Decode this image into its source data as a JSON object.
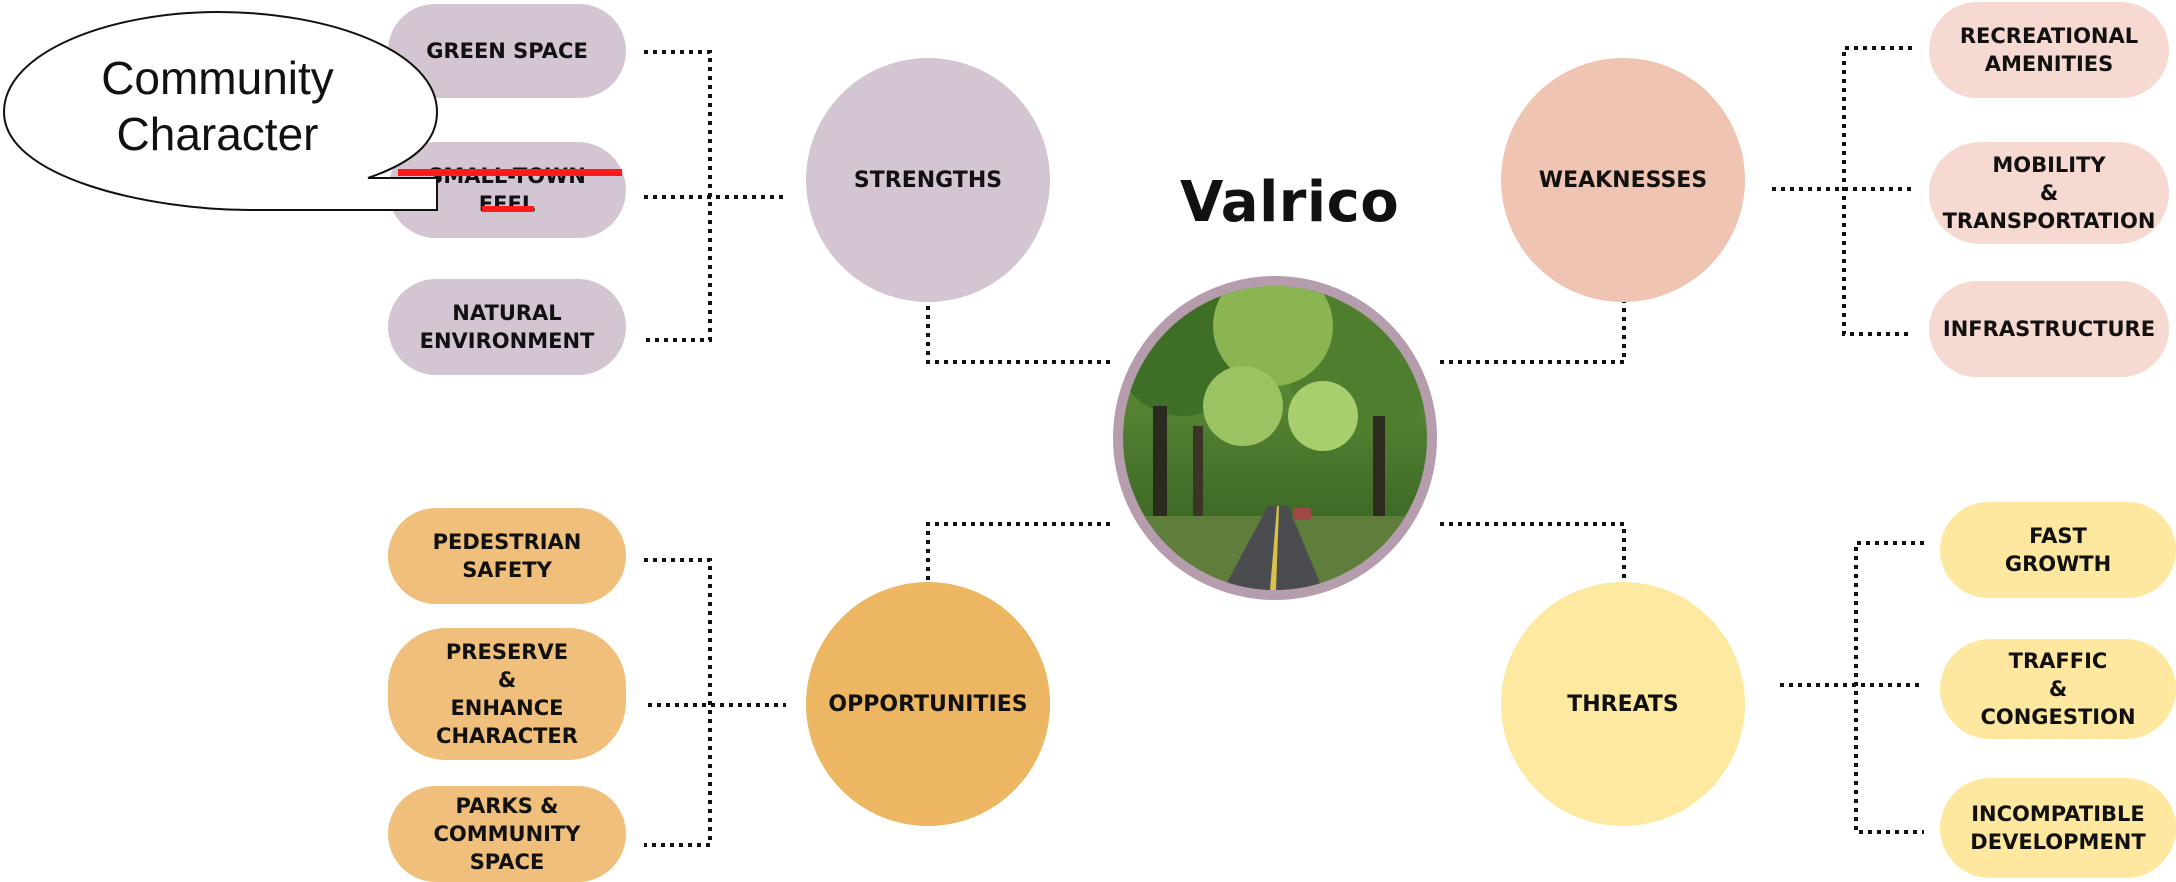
{
  "title": "Valrico",
  "categories": {
    "strengths": "STRENGTHS",
    "weaknesses": "WEAKNESSES",
    "opportunities": "OPPORTUNITIES",
    "threats": "THREATS"
  },
  "strengths_items": [
    "GREEN SPACE",
    "SMALL-TOWN\nFEEL",
    "NATURAL\nENVIRONMENT"
  ],
  "weaknesses_items": [
    "RECREATIONAL\nAMENITIES",
    "MOBILITY\n&\nTRANSPORTATION",
    "INFRASTRUCTURE"
  ],
  "opportunities_items": [
    "PEDESTRIAN\nSAFETY",
    "PRESERVE\n&\nENHANCE\nCHARACTER",
    "PARKS &\nCOMMUNITY\nSPACE"
  ],
  "threats_items": [
    "FAST\nGROWTH",
    "TRAFFIC\n&\nCONGESTION",
    "INCOMPATIBLE\nDEVELOPMENT"
  ],
  "annotation": {
    "callout_text": "Community\nCharacter",
    "strike_color": "#ff1b1b"
  },
  "colors": {
    "strengths": "#d3c5d1",
    "weaknesses": "#efc4b2",
    "weaknesses_items": "#f6dad1",
    "opportunities": "#edb662",
    "opportunities_items": "#efbf7b",
    "threats": "#fee9a0",
    "photo_ring": "#b59dae"
  }
}
